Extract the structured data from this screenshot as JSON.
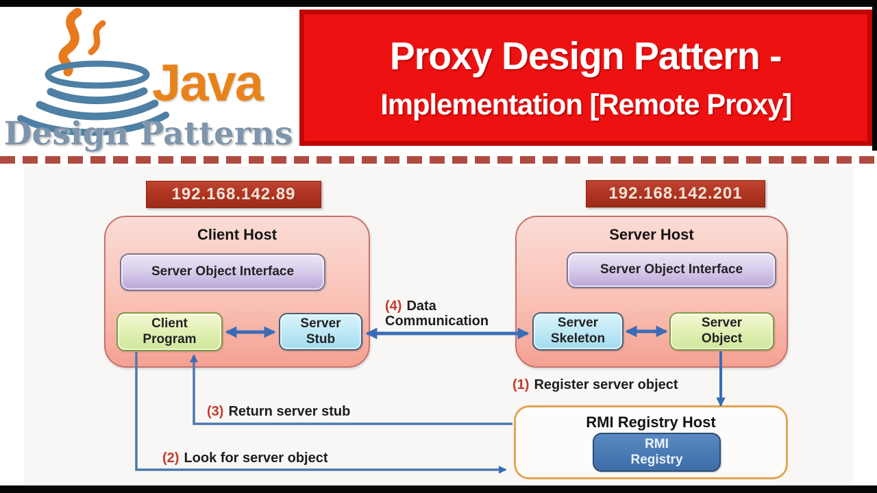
{
  "header": {
    "logo": {
      "brand": "Java",
      "subtitle": "Design Patterns"
    },
    "banner": {
      "title": "Proxy Design Pattern -",
      "subtitle": "Implementation [Remote Proxy]"
    }
  },
  "diagram": {
    "client_host": {
      "ip": "192.168.142.89",
      "title": "Client Host",
      "interface_label": "Server Object Interface",
      "program_label": "Client\nProgram",
      "stub_label": "Server\nStub"
    },
    "server_host": {
      "ip": "192.168.142.201",
      "title": "Server Host",
      "interface_label": "Server Object Interface",
      "skeleton_label": "Server\nSkeleton",
      "object_label": "Server\nObject"
    },
    "registry_host": {
      "title": "RMI Registry Host",
      "registry_label": "RMI\nRegistry"
    },
    "steps": {
      "register": {
        "num": "(1)",
        "text": "Register server object"
      },
      "lookup": {
        "num": "(2)",
        "text": "Look for server object"
      },
      "return": {
        "num": "(3)",
        "text": "Return server stub"
      },
      "data": {
        "num": "(4)",
        "text": "Data\nCommunication"
      }
    },
    "colors": {
      "banner_red": "#ee1111",
      "banner_border_red": "#c10505",
      "dashed_divider_red": "#b04b41",
      "ip_badge_red": "#ab321f",
      "step_number_red": "#c3392a",
      "arrow_blue": "#3a6cb5",
      "host_pink": "#f4a192",
      "interface_purple": "#baa6d8",
      "program_green": "#cfe79c",
      "stub_cyan": "#a2dbef",
      "registry_blue": "#4a7bb5",
      "registry_border_orange": "#e2a450",
      "java_orange": "#e8831c",
      "logo_slate_blue": "#7e95ab"
    }
  }
}
